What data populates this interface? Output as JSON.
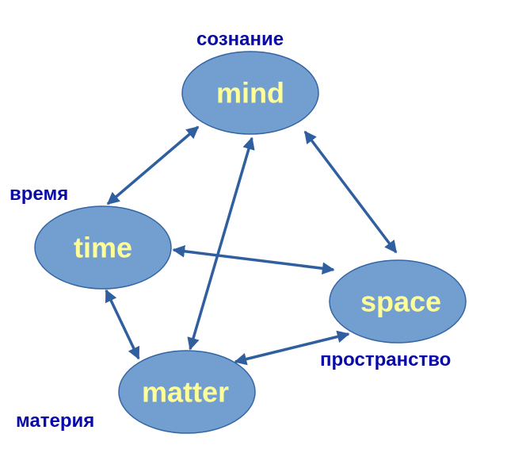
{
  "nodes": {
    "mind": {
      "label": "mind",
      "caption": "сознание"
    },
    "time": {
      "label": "time",
      "caption": "время"
    },
    "space": {
      "label": "space",
      "caption": "пространство"
    },
    "matter": {
      "label": "matter",
      "caption": "материя"
    }
  },
  "edges": [
    {
      "from": "mind",
      "to": "time",
      "type": "bidirectional"
    },
    {
      "from": "mind",
      "to": "space",
      "type": "bidirectional"
    },
    {
      "from": "mind",
      "to": "matter",
      "type": "bidirectional"
    },
    {
      "from": "time",
      "to": "space",
      "type": "bidirectional"
    },
    {
      "from": "time",
      "to": "matter",
      "type": "bidirectional"
    },
    {
      "from": "space",
      "to": "matter",
      "type": "bidirectional"
    }
  ],
  "colors": {
    "node_fill": "#729fcf",
    "node_text": "#ffff99",
    "caption": "#0a0aa8",
    "arrow": "#2f5f9f"
  }
}
